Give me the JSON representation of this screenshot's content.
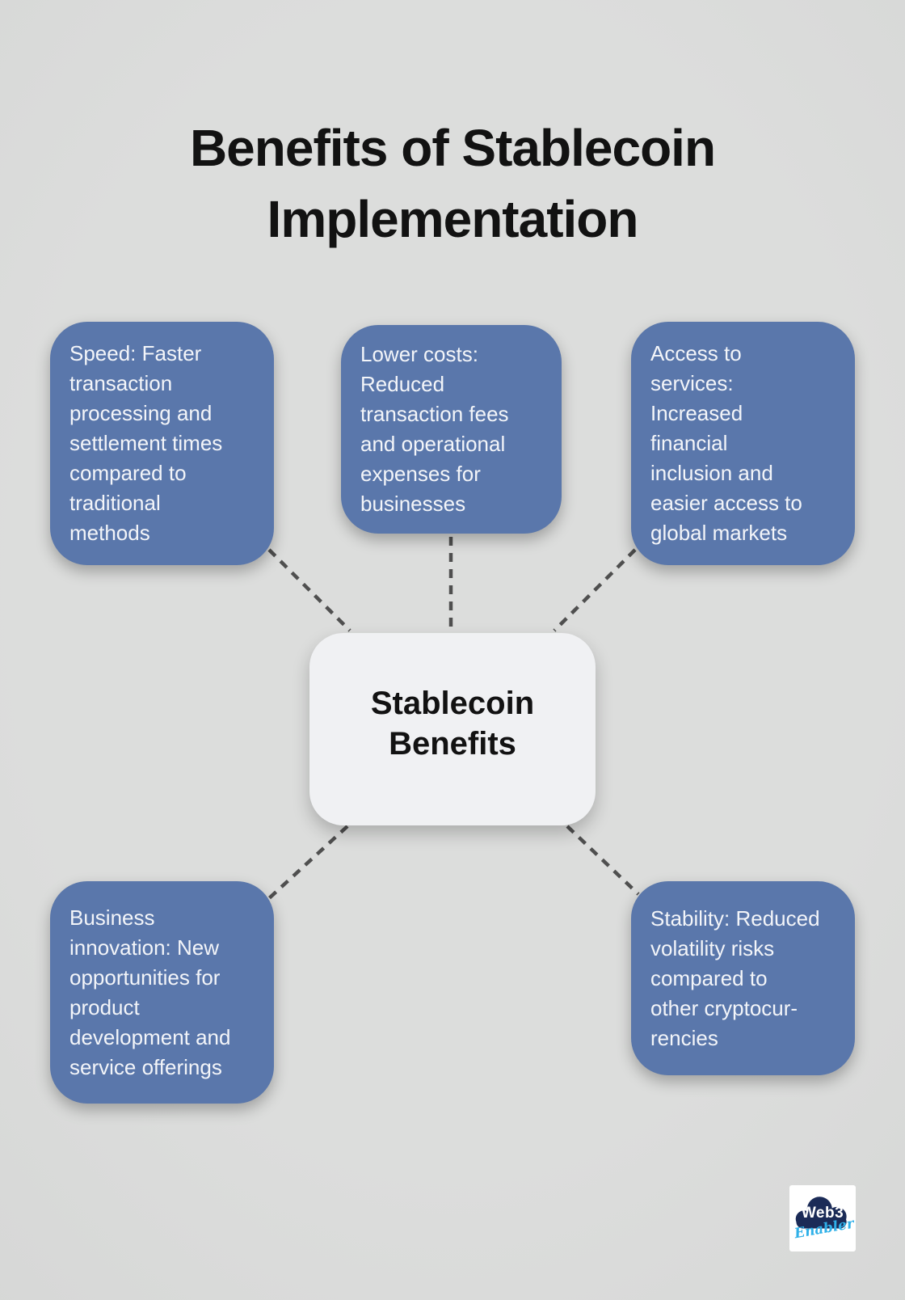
{
  "title": {
    "lines": [
      "Benefits of Stablecoin",
      "Implementation"
    ]
  },
  "center_node": {
    "lines": [
      "Stablecoin",
      "Benefits"
    ]
  },
  "nodes": [
    {
      "id": "speed",
      "lines": [
        "Speed: Faster",
        "transaction",
        "processing and",
        "settlement times",
        "compared to",
        "traditional",
        "methods"
      ]
    },
    {
      "id": "lower-costs",
      "lines": [
        "Lower costs:",
        "Reduced",
        "transaction fees",
        "and operational",
        "expenses for",
        "businesses"
      ]
    },
    {
      "id": "access-to-services",
      "lines": [
        "Access to",
        "services:",
        "Increased",
        "financial",
        "inclusion and",
        "easier access to",
        "global markets"
      ]
    },
    {
      "id": "business-innovation",
      "lines": [
        "Business",
        "innovation: New",
        "opportunities for",
        "product",
        "development and",
        "service offerings"
      ]
    },
    {
      "id": "stability",
      "lines": [
        "Stability: Reduced",
        "volatility risks",
        "compared to",
        "other cryptocur-",
        "rencies"
      ]
    }
  ],
  "logo": {
    "line1": "Web3",
    "line2": "Enabler"
  },
  "colors": {
    "background": "#dcdddc",
    "node_fill": "#5a77ab",
    "node_text": "#f3f5f9",
    "center_fill": "#f0f1f3",
    "center_text": "#121212",
    "title_text": "#121212",
    "connector": "#4f4f4f",
    "logo_cloud": "#1b2b57",
    "logo_web3": "#ffffff",
    "logo_enabler": "#2fb0e8"
  }
}
